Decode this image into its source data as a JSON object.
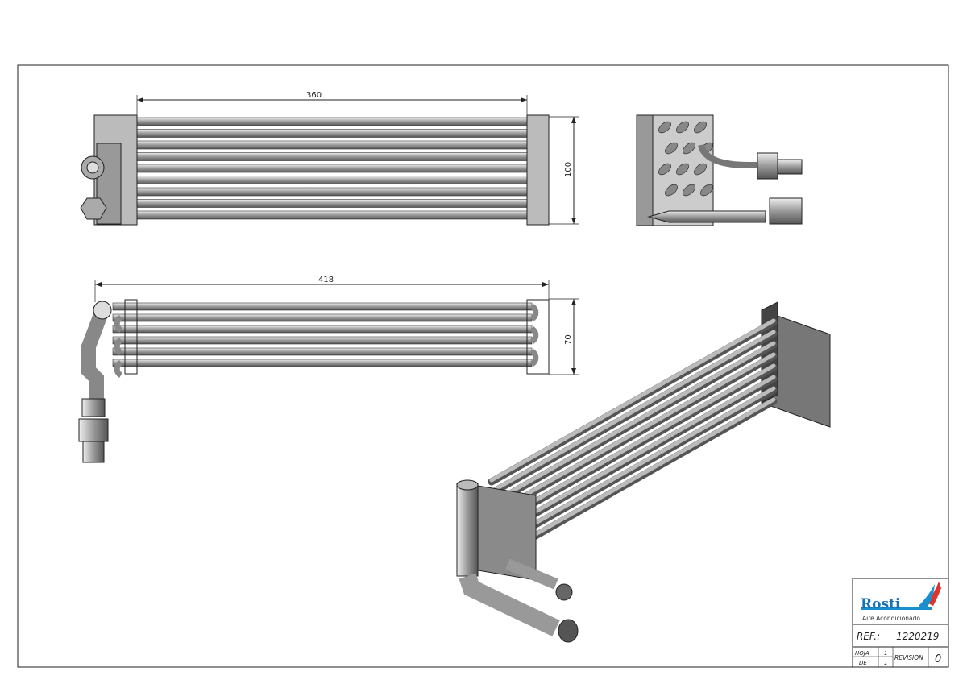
{
  "dimensions": {
    "front_length": "360",
    "front_height": "100",
    "top_length": "418",
    "top_depth": "70"
  },
  "title_block": {
    "logo_text": "Rosti",
    "logo_subtitle": "Aire Acondicionado",
    "ref_label": "REF.:",
    "ref_value": "1220219",
    "hoja_label": "HOJA",
    "hoja_value": "1",
    "de_label": "DE",
    "de_value": "1",
    "revision_label": "REVISION",
    "revision_value": "0"
  },
  "colors": {
    "logo_blue": "#1a8fd0",
    "logo_red": "#e0332b",
    "tube": "#a8a8a8",
    "plate": "#8a8a8a"
  }
}
